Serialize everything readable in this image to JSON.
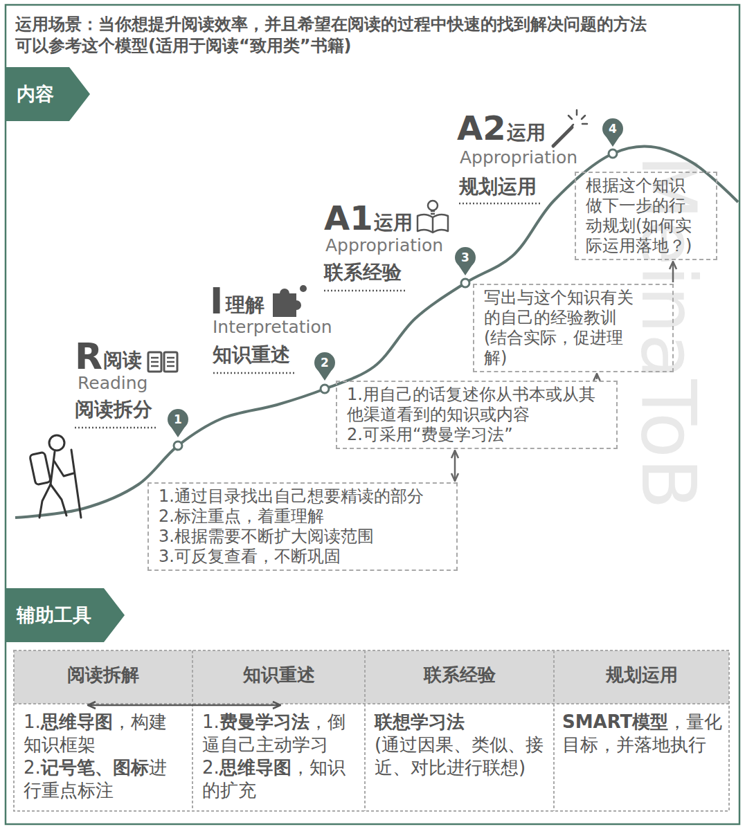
{
  "diagram": {
    "nodes": [
      {
        "text": [
          "内容"
        ]
      },
      {
        "text": [
          "1.通过目录找出自己想要精读的部分",
          "2.标注重点，着重理解",
          "3.根据需要不断扩大阅读范围",
          "3.可反复查看，不断巩固"
        ]
      },
      {
        "text": [
          "1.用自己的话复述你从书本或从其他渠道看到的知识或内容",
          "2.可采用“费曼学习法”"
        ]
      },
      {
        "text": [
          "写出与这个知识有关的自己的经验教训",
          "(结合实际，促进理解)"
        ]
      },
      {
        "text": [
          "根据这个知识做下一步的行动规划(如何实际运用落地？)"
        ]
      },
      {
        "text": [
          "辅助工具"
        ]
      }
    ],
    "edges": [
      {
        "from": 1,
        "to": 2,
        "arrow": "both"
      },
      {
        "from": 2,
        "to": 3,
        "arrow": "to"
      },
      {
        "from": 3,
        "to": 4,
        "arrow": "to"
      }
    ],
    "labels": [
      "运用场景：当你想提升阅读效率，并且希望在阅读的过程中快速的找到解决问题的方法可以参考这个模型(适用于阅读“致用类”书籍)",
      "R",
      "阅读",
      "Reading",
      "阅读拆分",
      "I",
      "理解",
      "Interpretation",
      "知识重述",
      "A1",
      "运用",
      "Appropriation",
      "联系经验",
      "A2",
      "运用",
      "Appropriation",
      "规划运用",
      "1",
      "2",
      "3",
      "4",
      "MeinaToB",
      "阅读拆解",
      "知识重述",
      "联系经验",
      "规划运用",
      "1.",
      "思维导图",
      "，构建知识框架",
      "2.",
      "记号笔、图标",
      "进行重点标注",
      "1.",
      "费曼学习法",
      "，倒逼自己主动学习",
      "2.",
      "思维导图",
      "，知识的扩充",
      "联想学习法",
      "(通过因果、类似、接近、对比进行联想)",
      "SMART模型",
      "，量化目标，并落地执行"
    ]
  }
}
